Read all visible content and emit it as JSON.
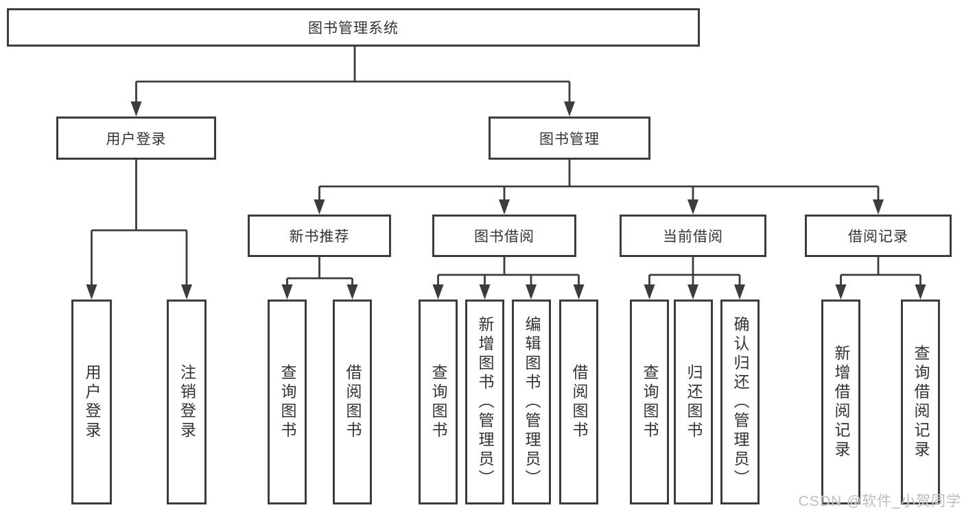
{
  "diagram": {
    "type": "hierarchy-tree",
    "root": {
      "label": "图书管理系统",
      "children": [
        {
          "label": "用户登录",
          "children": [
            {
              "label": "用户登录"
            },
            {
              "label": "注销登录"
            }
          ]
        },
        {
          "label": "图书管理",
          "children": [
            {
              "label": "新书推荐",
              "children": [
                {
                  "label": "查询图书"
                },
                {
                  "label": "借阅图书"
                }
              ]
            },
            {
              "label": "图书借阅",
              "children": [
                {
                  "label": "查询图书"
                },
                {
                  "label": "新增图书（管理员）"
                },
                {
                  "label": "编辑图书（管理员）"
                },
                {
                  "label": "借阅图书"
                }
              ]
            },
            {
              "label": "当前借阅",
              "children": [
                {
                  "label": "查询图书"
                },
                {
                  "label": "归还图书"
                },
                {
                  "label": "确认归还（管理员）"
                }
              ]
            },
            {
              "label": "借阅记录",
              "children": [
                {
                  "label": "新增借阅记录"
                },
                {
                  "label": "查询借阅记录"
                }
              ]
            }
          ]
        }
      ]
    }
  },
  "watermark": {
    "text": "CSDN @软件_小贺同学"
  },
  "colors": {
    "line": "#3c3c3c",
    "box_border": "#3c3c3c",
    "text": "#333333",
    "watermark": "#bdbdbd",
    "background": "#ffffff"
  }
}
